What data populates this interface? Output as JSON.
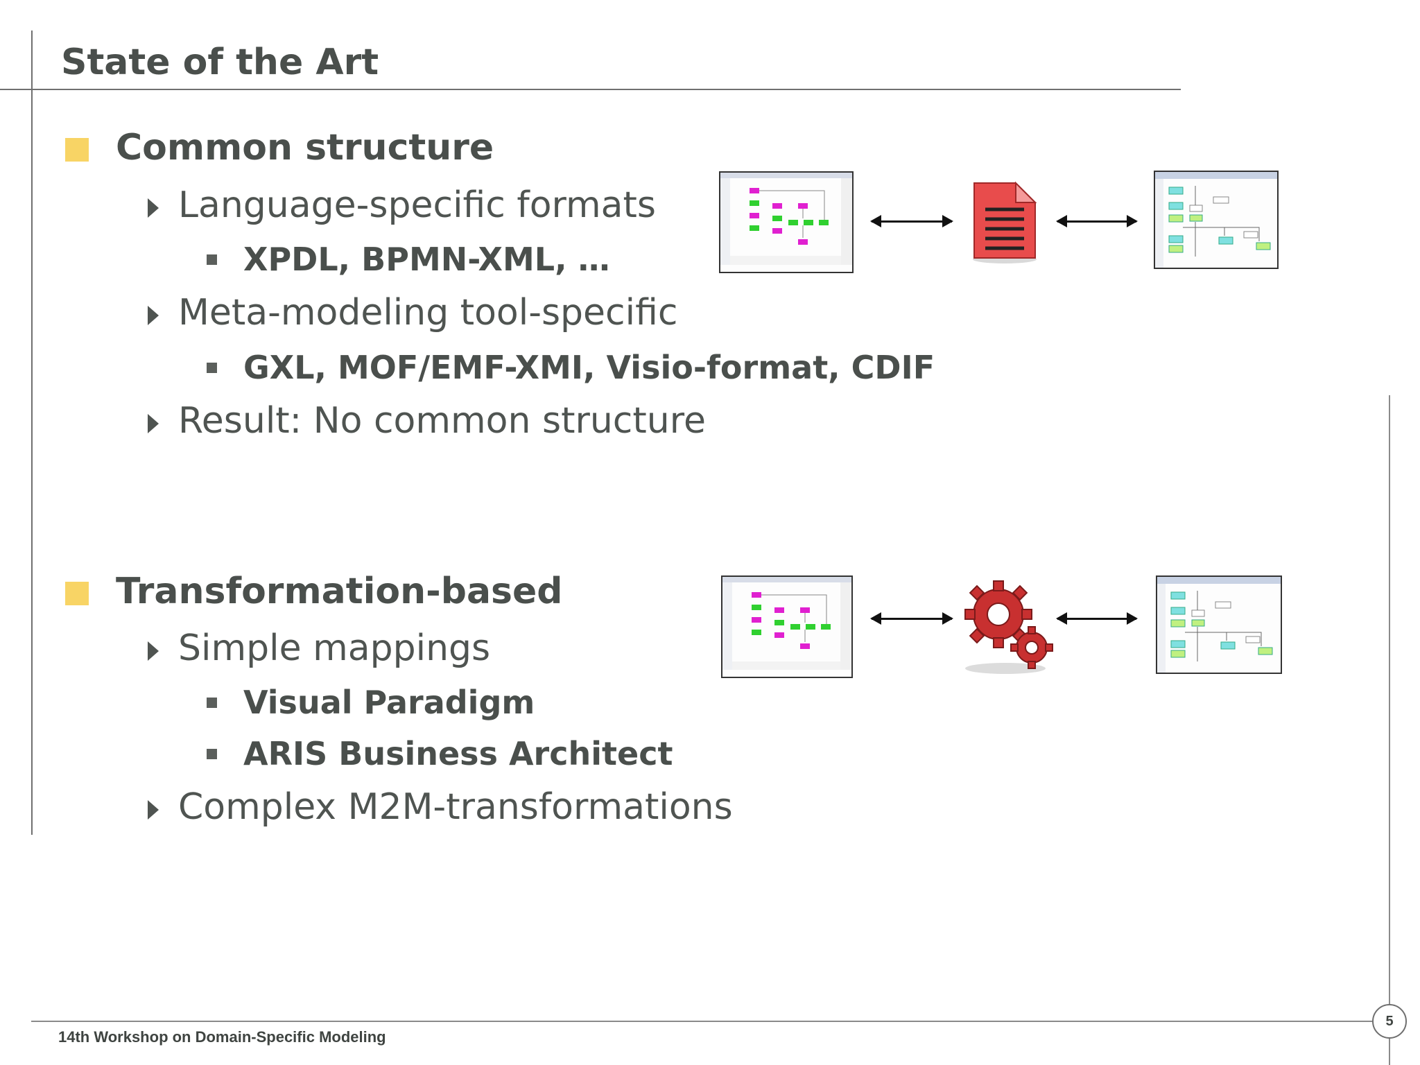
{
  "title": "State of the Art",
  "sections": [
    {
      "heading": "Common structure",
      "items": [
        {
          "label": "Language-specific formats",
          "sub": [
            "XPDL, BPMN-XML, …"
          ]
        },
        {
          "label": "Meta-modeling tool-specific",
          "sub": [
            "GXL, MOF/EMF-XMI, Visio-format, CDIF"
          ]
        },
        {
          "label": "Result: No common structure",
          "sub": []
        }
      ],
      "icon": "document-icon"
    },
    {
      "heading": "Transformation-based",
      "items": [
        {
          "label": "Simple mappings",
          "sub": [
            "Visual Paradigm",
            "ARIS Business Architect"
          ]
        },
        {
          "label": "Complex M2M-transformations",
          "sub": []
        }
      ],
      "icon": "gears-icon"
    }
  ],
  "footer": {
    "text": "14th Workshop on Domain-Specific Modeling",
    "page": "5"
  },
  "colors": {
    "bullet": "#f8d465",
    "text": "#4a4f4c",
    "document": "#e84c4c",
    "gears": "#c83030"
  }
}
